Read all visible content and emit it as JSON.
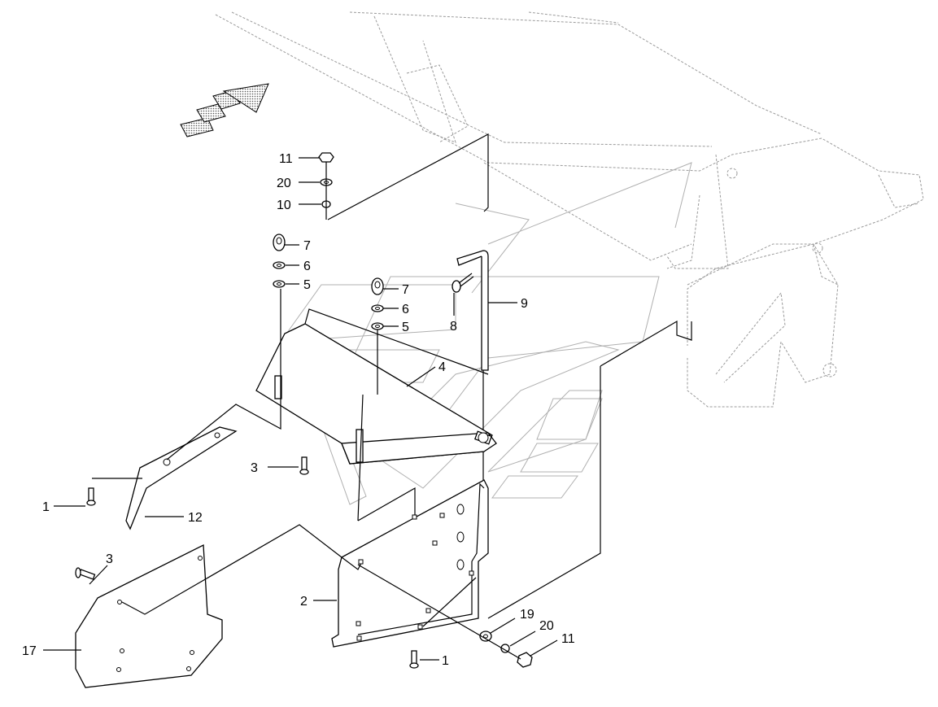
{
  "diagram": {
    "callouts": {
      "c1_left": "1",
      "c1_bottom": "1",
      "c2": "2",
      "c3_mid": "3",
      "c3_left": "3",
      "c4": "4",
      "c5_a": "5",
      "c5_b": "5",
      "c6_a": "6",
      "c6_b": "6",
      "c7_a": "7",
      "c7_b": "7",
      "c8": "8",
      "c9": "9",
      "c10": "10",
      "c11_top": "11",
      "c11_bottom": "11",
      "c12": "12",
      "c17": "17",
      "c19": "19",
      "c20_top": "20",
      "c20_bottom": "20"
    },
    "colors": {
      "line": "#000000",
      "ghost": "#9a9a9a",
      "pattern": "#555555"
    }
  }
}
